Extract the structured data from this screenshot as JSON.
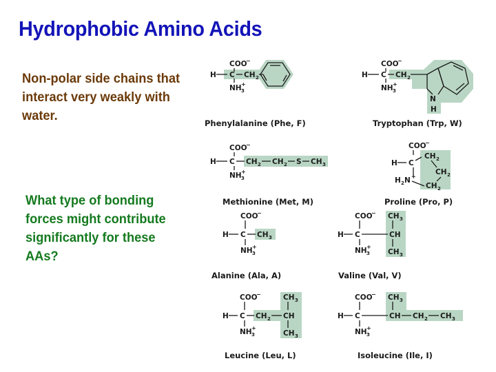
{
  "slide": {
    "title": "Hydrophobic Amino Acids",
    "description": "Non-polar side chains that interact very weakly with water.",
    "question": "What type of bonding forces might contribute significantly for these AAs?",
    "colors": {
      "title": "#1414b8",
      "description": "#6b3a0a",
      "question": "#157a1f",
      "side_chain_highlight": "#b9d6c4"
    }
  },
  "common_labels": {
    "carboxylate": "COO",
    "alpha_carbon": "C",
    "hydrogen": "H",
    "amino": "NH",
    "minus": "−",
    "plus": "+",
    "three": "3",
    "two": "2"
  },
  "amino_acids": [
    {
      "name": "Phenylalanine (Phe, F)",
      "side_chain": "CH2–C6H5 (phenyl ring)"
    },
    {
      "name": "Tryptophan (Trp, W)",
      "side_chain": "CH2–indole",
      "ring_atoms": {
        "n": "N",
        "h": "H"
      }
    },
    {
      "name": "Methionine (Met, M)",
      "side_chain": "CH2—CH2—S—CH3",
      "atoms": {
        "s": "S"
      }
    },
    {
      "name": "Proline (Pro, P)",
      "side_chain": "CH2—CH2—CH2 (ring to N)",
      "atoms": {
        "n": "H2N+"
      }
    },
    {
      "name": "Alanine (Ala, A)",
      "side_chain": "CH3"
    },
    {
      "name": "Valine (Val, V)",
      "side_chain": "CH(CH3)2",
      "atoms": {
        "ch": "CH"
      }
    },
    {
      "name": "Leucine (Leu, L)",
      "side_chain": "CH2—CH(CH3)2",
      "atoms": {
        "ch": "CH"
      }
    },
    {
      "name": "Isoleucine (Ile, I)",
      "side_chain": "CH(CH3)—CH2—CH3",
      "atoms": {
        "ch": "CH"
      }
    }
  ]
}
